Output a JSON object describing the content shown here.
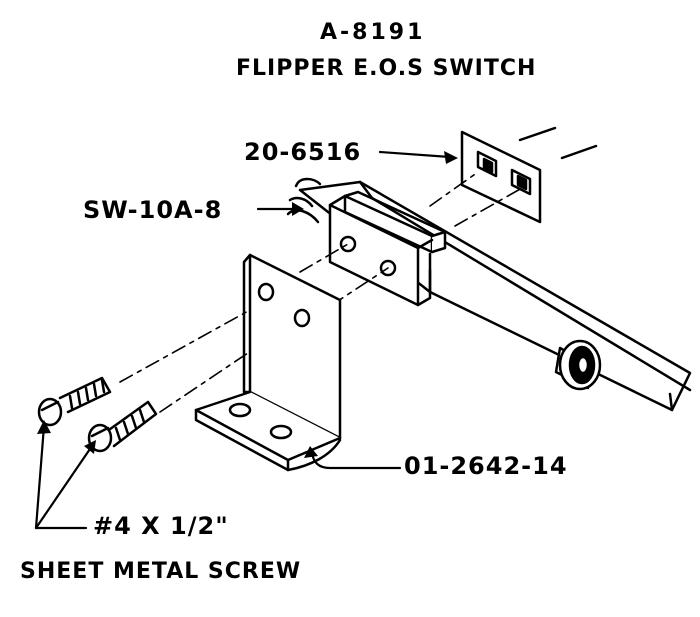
{
  "title": {
    "part_number": "A-8191",
    "name": "FLIPPER E.O.S SWITCH"
  },
  "callouts": {
    "contact_plate": "20-6516",
    "switch_blade": "SW-10A-8",
    "bracket": "01-2642-14",
    "screw_size": "#4 X 1/2\"",
    "screw_type": "SHEET METAL SCREW"
  }
}
